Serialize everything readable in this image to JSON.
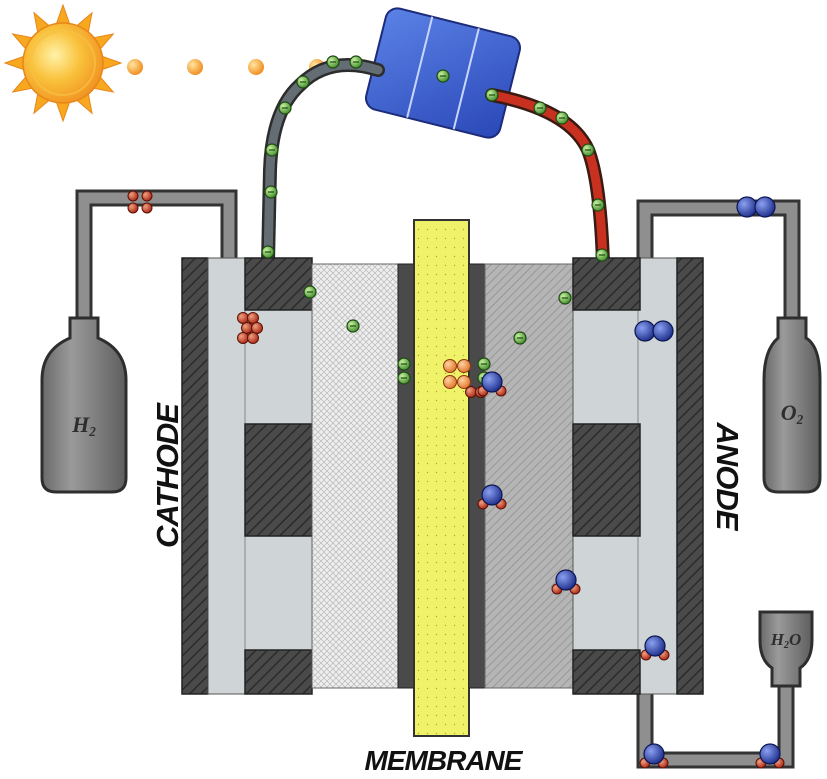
{
  "labels": {
    "cathode": "CATHODE",
    "anode": "ANODE",
    "membrane": "MEMBRANE"
  },
  "tanks": {
    "h2": {
      "main": "H",
      "sub": "2"
    },
    "o2": {
      "main": "O",
      "sub": "2"
    },
    "h2o": {
      "main": "H",
      "sub": "2",
      "tail": "O"
    }
  },
  "icons": [
    "sun-icon",
    "solar-panel-icon",
    "electron-icon",
    "hydrogen-molecule-icon",
    "oxygen-molecule-icon",
    "water-molecule-icon",
    "proton-icon"
  ],
  "colors": {
    "membrane": "#f0f36a",
    "wire_cathode_side": "#555f66",
    "wire_anode_side": "#c8311f",
    "electron": "#5fae44",
    "oxygen": "#2a3f9e",
    "hydrogen": "#c2361e",
    "proton": "#f08a3a",
    "panel": "#3a5fd0",
    "sun": "#f5a623"
  }
}
